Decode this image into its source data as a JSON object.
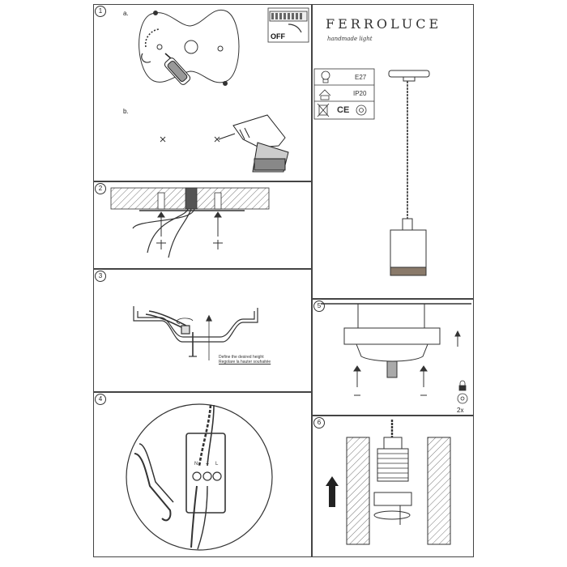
{
  "header": {
    "brand": "FERROLUCE",
    "tagline": "handmade light"
  },
  "switch_label": "OFF",
  "specs": {
    "socket": "E27",
    "protection": "IP20",
    "ce_mark": "CE"
  },
  "steps": [
    {
      "number": "1",
      "sub_a": "a.",
      "sub_b": "b."
    },
    {
      "number": "2"
    },
    {
      "number": "3",
      "height_en": "Define the desired height",
      "height_it": "Regolare la hauter souhaitée"
    },
    {
      "number": "4",
      "terminal_labels": [
        "N",
        "⏚",
        "L"
      ]
    },
    {
      "number": "5",
      "multiplier": "2x"
    },
    {
      "number": "6"
    }
  ],
  "icons": {
    "bulb": "bulb-icon",
    "indoor": "indoor-house-icon",
    "weee": "crossed-bin-icon",
    "ce": "ce-mark-icon",
    "settings": "gear-icon",
    "lock": "padlock-icon"
  }
}
